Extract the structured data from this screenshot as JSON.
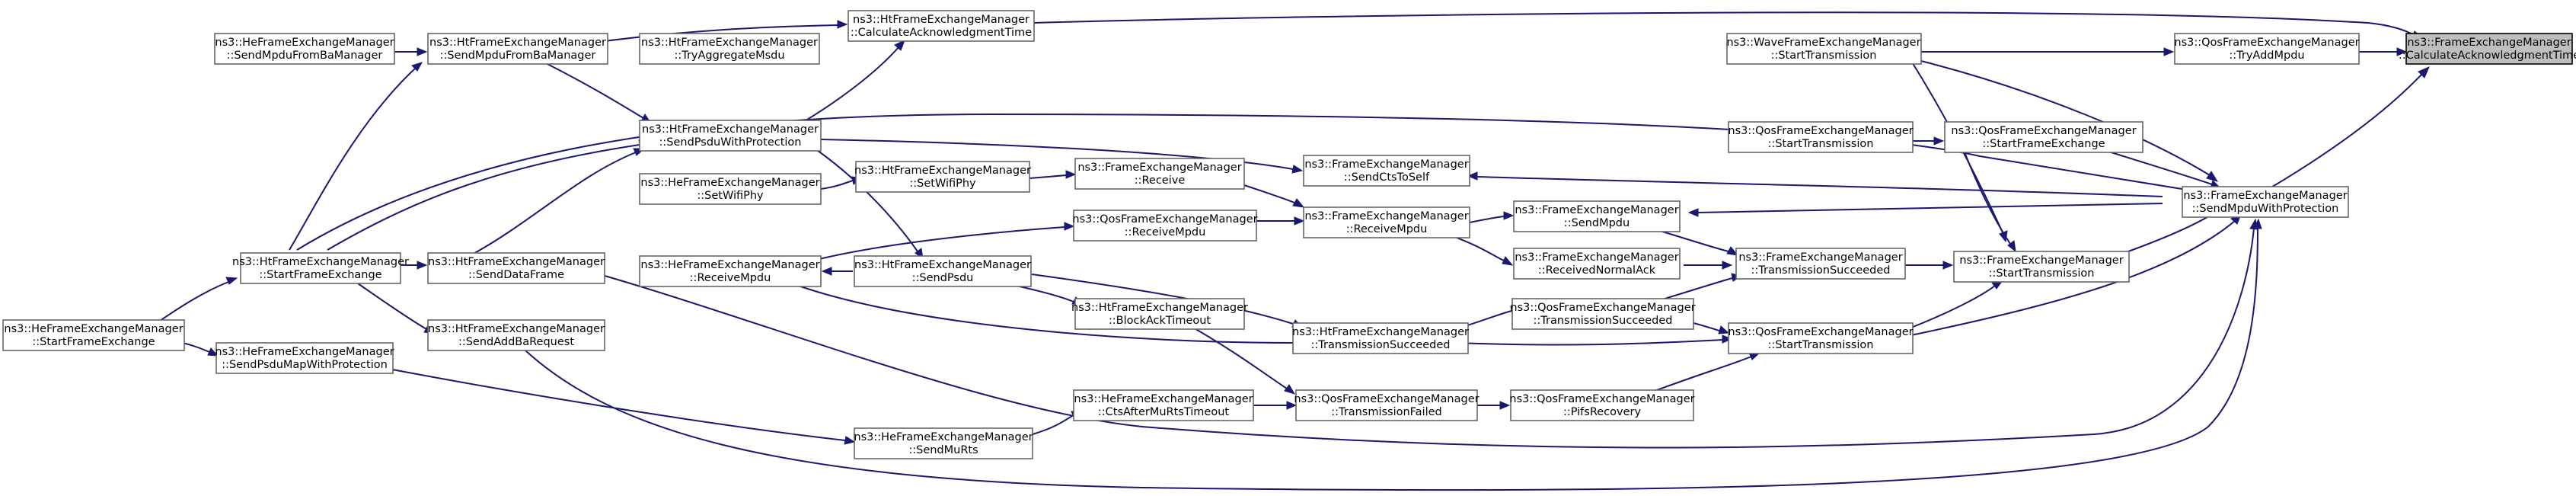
{
  "colors": {
    "edge": "#191970",
    "node_border": "#666666",
    "highlight_fill": "#bfbfbf"
  },
  "nodes": [
    {
      "id": "target",
      "line1": "ns3::FrameExchangeManager",
      "line2": "::CalculateAcknowledgmentTime",
      "highlight": true
    },
    {
      "id": "qos_tryaddmpdu",
      "line1": "ns3::QosFrameExchangeManager",
      "line2": "::TryAddMpdu"
    },
    {
      "id": "wave_starttx",
      "line1": "ns3::WaveFrameExchangeManager",
      "line2": "::StartTransmission"
    },
    {
      "id": "fem_sendmpduwithprot",
      "line1": "ns3::FrameExchangeManager",
      "line2": "::SendMpduWithProtection"
    },
    {
      "id": "ht_calcack",
      "line1": "ns3::HtFrameExchangeManager",
      "line2": "::CalculateAcknowledgmentTime"
    },
    {
      "id": "ht_tryaggmsdu",
      "line1": "ns3::HtFrameExchangeManager",
      "line2": "::TryAggregateMsdu"
    },
    {
      "id": "ht_sendmpdufromba",
      "line1": "ns3::HtFrameExchangeManager",
      "line2": "::SendMpduFromBaManager"
    },
    {
      "id": "he_sendmpdufromba",
      "line1": "ns3::HeFrameExchangeManager",
      "line2": "::SendMpduFromBaManager"
    },
    {
      "id": "ht_sendpsduwithprot",
      "line1": "ns3::HtFrameExchangeManager",
      "line2": "::SendPsduWithProtection"
    },
    {
      "id": "he_setwifiphy",
      "line1": "ns3::HeFrameExchangeManager",
      "line2": "::SetWifiPhy"
    },
    {
      "id": "ht_setwifiphy",
      "line1": "ns3::HtFrameExchangeManager",
      "line2": "::SetWifiPhy"
    },
    {
      "id": "fem_receive",
      "line1": "ns3::FrameExchangeManager",
      "line2": "::Receive"
    },
    {
      "id": "fem_sendctstoself",
      "line1": "ns3::FrameExchangeManager",
      "line2": "::SendCtsToSelf"
    },
    {
      "id": "qos_startfe",
      "line1": "ns3::QosFrameExchangeManager",
      "line2": "::StartFrameExchange"
    },
    {
      "id": "qos_starttx_top",
      "line1": "ns3::QosFrameExchangeManager",
      "line2": "::StartTransmission"
    },
    {
      "id": "qos_receivempdu",
      "line1": "ns3::QosFrameExchangeManager",
      "line2": "::ReceiveMpdu"
    },
    {
      "id": "fem_receivempdu",
      "line1": "ns3::FrameExchangeManager",
      "line2": "::ReceiveMpdu"
    },
    {
      "id": "fem_sendmpdu",
      "line1": "ns3::FrameExchangeManager",
      "line2": "::SendMpdu"
    },
    {
      "id": "fem_recvnormalack",
      "line1": "ns3::FrameExchangeManager",
      "line2": "::ReceivedNormalAck"
    },
    {
      "id": "fem_txsucceeded",
      "line1": "ns3::FrameExchangeManager",
      "line2": "::TransmissionSucceeded"
    },
    {
      "id": "fem_starttx",
      "line1": "ns3::FrameExchangeManager",
      "line2": "::StartTransmission"
    },
    {
      "id": "he_receivempdu",
      "line1": "ns3::HeFrameExchangeManager",
      "line2": "::ReceiveMpdu"
    },
    {
      "id": "ht_sendpsdu",
      "line1": "ns3::HtFrameExchangeManager",
      "line2": "::SendPsdu"
    },
    {
      "id": "ht_blockacktimeout",
      "line1": "ns3::HtFrameExchangeManager",
      "line2": "::BlockAckTimeout"
    },
    {
      "id": "ht_txsucceeded",
      "line1": "ns3::HtFrameExchangeManager",
      "line2": "::TransmissionSucceeded"
    },
    {
      "id": "qos_txsucceeded",
      "line1": "ns3::QosFrameExchangeManager",
      "line2": "::TransmissionSucceeded"
    },
    {
      "id": "qos_starttx_mid",
      "line1": "ns3::QosFrameExchangeManager",
      "line2": "::StartTransmission"
    },
    {
      "id": "ht_startfe",
      "line1": "ns3::HtFrameExchangeManager",
      "line2": "::StartFrameExchange"
    },
    {
      "id": "ht_senddataframe",
      "line1": "ns3::HtFrameExchangeManager",
      "line2": "::SendDataFrame"
    },
    {
      "id": "ht_sendaddbareq",
      "line1": "ns3::HtFrameExchangeManager",
      "line2": "::SendAddBaRequest"
    },
    {
      "id": "he_startfe",
      "line1": "ns3::HeFrameExchangeManager",
      "line2": "::StartFrameExchange"
    },
    {
      "id": "he_sendpsdumapwithprot",
      "line1": "ns3::HeFrameExchangeManager",
      "line2": "::SendPsduMapWithProtection"
    },
    {
      "id": "he_ctsaftermurts",
      "line1": "ns3::HeFrameExchangeManager",
      "line2": "::CtsAfterMuRtsTimeout"
    },
    {
      "id": "qos_txfailed",
      "line1": "ns3::QosFrameExchangeManager",
      "line2": "::TransmissionFailed"
    },
    {
      "id": "qos_pifsrecovery",
      "line1": "ns3::QosFrameExchangeManager",
      "line2": "::PifsRecovery"
    },
    {
      "id": "he_sendmurts",
      "line1": "ns3::HeFrameExchangeManager",
      "line2": "::SendMuRts"
    }
  ]
}
